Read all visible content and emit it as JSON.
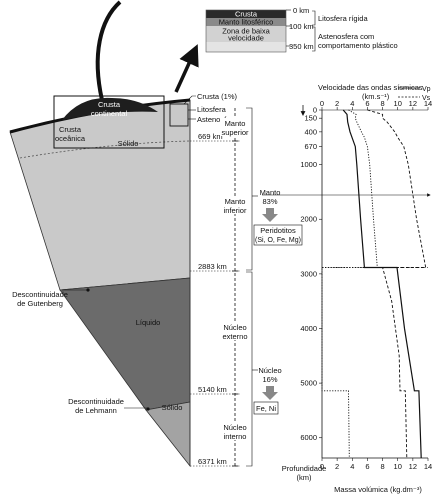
{
  "inset": {
    "crust": "Crusta",
    "lithospheric_mantle": "Manto litosférico",
    "low_velocity_zone": [
      "Zona de baixa",
      "velocidade"
    ],
    "depths": [
      "0 km",
      "100 km",
      "350 km"
    ],
    "lithosphere_note": "Litosfera rígida",
    "asthenosphere_note": [
      "Astenosfera com",
      "comportamento plástico"
    ]
  },
  "globe": {
    "continental_crust": [
      "Crusta",
      "continental"
    ],
    "oceanic_crust": [
      "Crusta",
      "oceânica"
    ],
    "solid_top": "Sólido",
    "crust_pct": "Crusta (1%)",
    "lithosphere": "Litosfera",
    "asthenosphere": "Astenosfera",
    "liquid": "Líquido",
    "solid_core": "Sólido",
    "gutenberg": [
      "Descontinuidade",
      "de Gutenberg"
    ],
    "lehmann": [
      "Descontinuidade",
      "de Lehmann"
    ]
  },
  "boundaries": [
    "669 km",
    "2883 km",
    "5140 km",
    "6371 km"
  ],
  "layers": {
    "upper_mantle": [
      "Manto",
      "superior"
    ],
    "lower_mantle": [
      "Manto",
      "inferior"
    ],
    "outer_core": [
      "Núcleo",
      "externo"
    ],
    "inner_core": [
      "Núcleo",
      "interno"
    ]
  },
  "composition": {
    "mantle": [
      "Manto",
      "83%"
    ],
    "mantle_rocks": [
      "Peridotitos",
      "(Si, O, Fe, Mg)"
    ],
    "core": [
      "Núcleo",
      "16%"
    ],
    "core_elements": "Fe, Ni"
  },
  "chart": {
    "title": "Velocidade das ondas sísmicas",
    "units": "(km.s⁻¹)",
    "legend_vp": "Vp",
    "legend_vs": "Vs",
    "xlabel_bottom": "Massa volúmica (kg.dm⁻³)",
    "ylabel": [
      "Profundidade",
      "(km)"
    ]
  },
  "chart_data": {
    "type": "line",
    "x_ticks": [
      0,
      2,
      4,
      6,
      8,
      10,
      12,
      14
    ],
    "y_ticks": [
      0,
      150,
      400,
      670,
      1000,
      2000,
      3000,
      4000,
      5000,
      6000
    ],
    "xlim": [
      0,
      14
    ],
    "ylim": [
      0,
      6371
    ],
    "series": [
      {
        "name": "Vp",
        "points": [
          [
            6.0,
            0
          ],
          [
            8.0,
            80
          ],
          [
            8.0,
            150
          ],
          [
            8.6,
            220
          ],
          [
            9.6,
            400
          ],
          [
            10.0,
            500
          ],
          [
            10.8,
            670
          ],
          [
            11.4,
            1000
          ],
          [
            12.5,
            2000
          ],
          [
            13.7,
            2883
          ],
          [
            8.0,
            2883
          ],
          [
            9.2,
            3500
          ],
          [
            10.2,
            4500
          ],
          [
            10.3,
            5140
          ],
          [
            11.0,
            5140
          ],
          [
            11.2,
            6371
          ]
        ]
      },
      {
        "name": "Vs",
        "points": [
          [
            3.5,
            0
          ],
          [
            4.5,
            80
          ],
          [
            4.4,
            150
          ],
          [
            4.6,
            220
          ],
          [
            5.2,
            400
          ],
          [
            5.6,
            500
          ],
          [
            6.0,
            670
          ],
          [
            6.3,
            1000
          ],
          [
            6.8,
            2000
          ],
          [
            7.3,
            2883
          ],
          [
            0,
            2883
          ],
          [
            0,
            5140
          ],
          [
            3.5,
            5140
          ],
          [
            3.6,
            6371
          ]
        ]
      },
      {
        "name": "density",
        "points": [
          [
            2.8,
            0
          ],
          [
            3.3,
            80
          ],
          [
            3.4,
            220
          ],
          [
            3.7,
            400
          ],
          [
            4.4,
            670
          ],
          [
            4.6,
            1000
          ],
          [
            5.1,
            2000
          ],
          [
            5.6,
            2883
          ],
          [
            9.9,
            2883
          ],
          [
            10.9,
            4000
          ],
          [
            12.2,
            5140
          ],
          [
            12.8,
            5140
          ],
          [
            13.1,
            6371
          ]
        ]
      }
    ]
  }
}
